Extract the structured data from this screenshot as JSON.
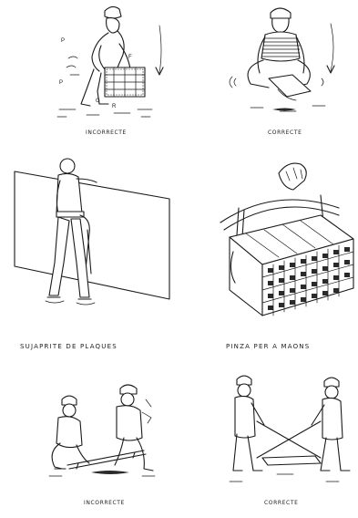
{
  "captions": {
    "top_left": "INCORRECTE",
    "top_right": "CORRECTE",
    "middle_left": "SUJAPRITE DE PLAQUES",
    "middle_right": "PINZA PER A MAONS",
    "bottom_left": "INCORRECTE",
    "bottom_right": "CORRECTE"
  },
  "labels": {
    "p_upper": "P",
    "p_lower": "P",
    "f_mark": "F",
    "g_mark": "G",
    "r_mark": "R"
  }
}
